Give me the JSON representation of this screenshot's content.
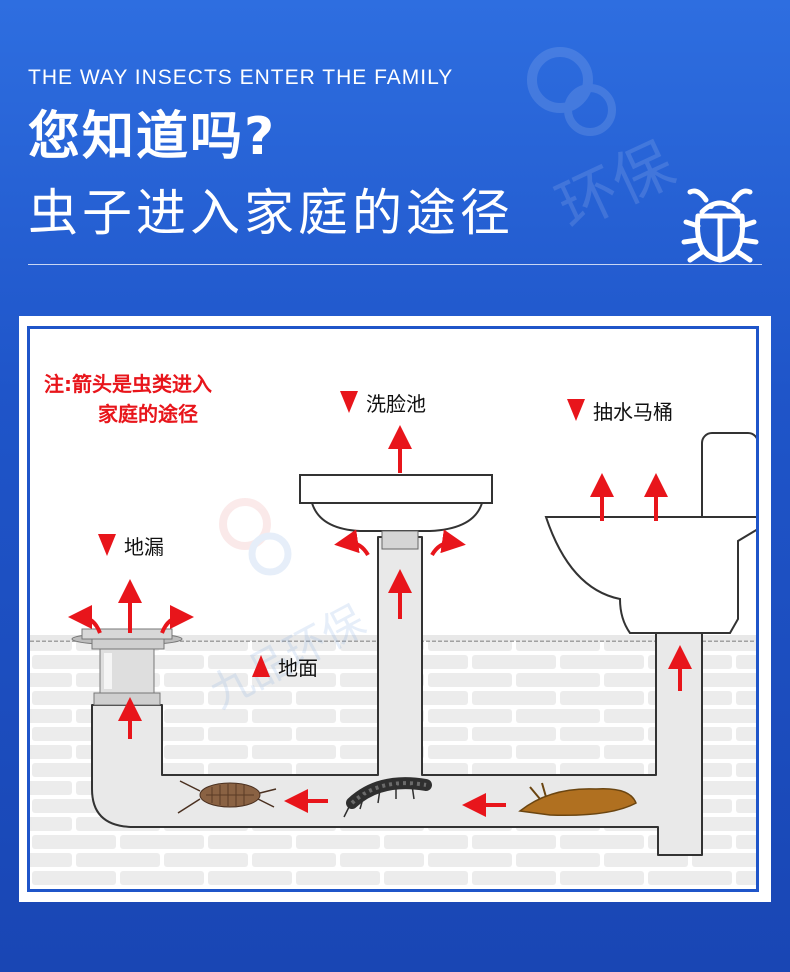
{
  "header": {
    "subtitle_en": "THE WAY INSECTS ENTER THE FAMILY",
    "title_main": "您知道吗?",
    "title_sub": "虫子进入家庭的途径"
  },
  "diagram": {
    "note_line1": "注:箭头是虫类进入",
    "note_line2": "家庭的途径",
    "label_floor_drain": "地漏",
    "label_sink": "洗脸池",
    "label_toilet": "抽水马桶",
    "label_ground": "地面"
  },
  "colors": {
    "accent_red": "#e8151b",
    "brand_blue": "#1f55c9",
    "pipe_fill": "#e9e9e9",
    "pipe_stroke": "#333333",
    "brick": "#ececec"
  },
  "icons": [
    "bug-icon",
    "arrow-up-icon",
    "arrow-left-icon",
    "curved-arrow-icon",
    "triangle-down-icon",
    "triangle-up-icon"
  ]
}
